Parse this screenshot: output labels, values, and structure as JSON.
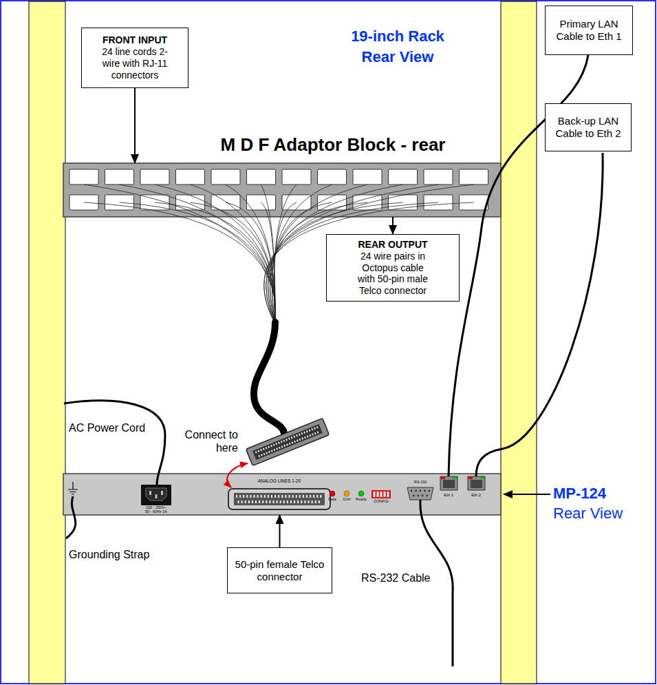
{
  "diagram": {
    "title": "19-inch Rack Rear View",
    "nodes": [
      {
        "text": [
          "FRONT INPUT",
          "24 line cords 2-wire with RJ-11 connectors"
        ]
      },
      {
        "text": [
          "M D F Adaptor Block - rear"
        ]
      },
      {
        "text": [
          "REAR OUTPUT",
          "24 wire pairs in Octopus cable with 50-pin male Telco connector"
        ]
      },
      {
        "text": [
          "Primary LAN Cable to Eth 1"
        ]
      },
      {
        "text": [
          "Back-up LAN Cable to Eth 2"
        ]
      },
      {
        "text": [
          "ANALOG LINES 1-20",
          "Data",
          "Cntrl",
          "Ready",
          "CONFIG",
          "RS-232",
          "Eth 1",
          "Eth 2",
          "100 - 250V~ 50 - 60Hz 2A"
        ]
      },
      {
        "text": [
          "50-pin female Telco connector"
        ]
      }
    ],
    "edges": [
      {
        "from": 0,
        "to": 1,
        "arrow": "to"
      },
      {
        "from": 1,
        "to": 2,
        "arrow": "to"
      },
      {
        "from": 6,
        "to": 5,
        "arrow": "to"
      }
    ],
    "labels": [
      "AC Power Cord",
      "Connect to here",
      "Grounding Strap",
      "RS-232 Cable",
      "MP-124",
      "Rear View"
    ]
  }
}
